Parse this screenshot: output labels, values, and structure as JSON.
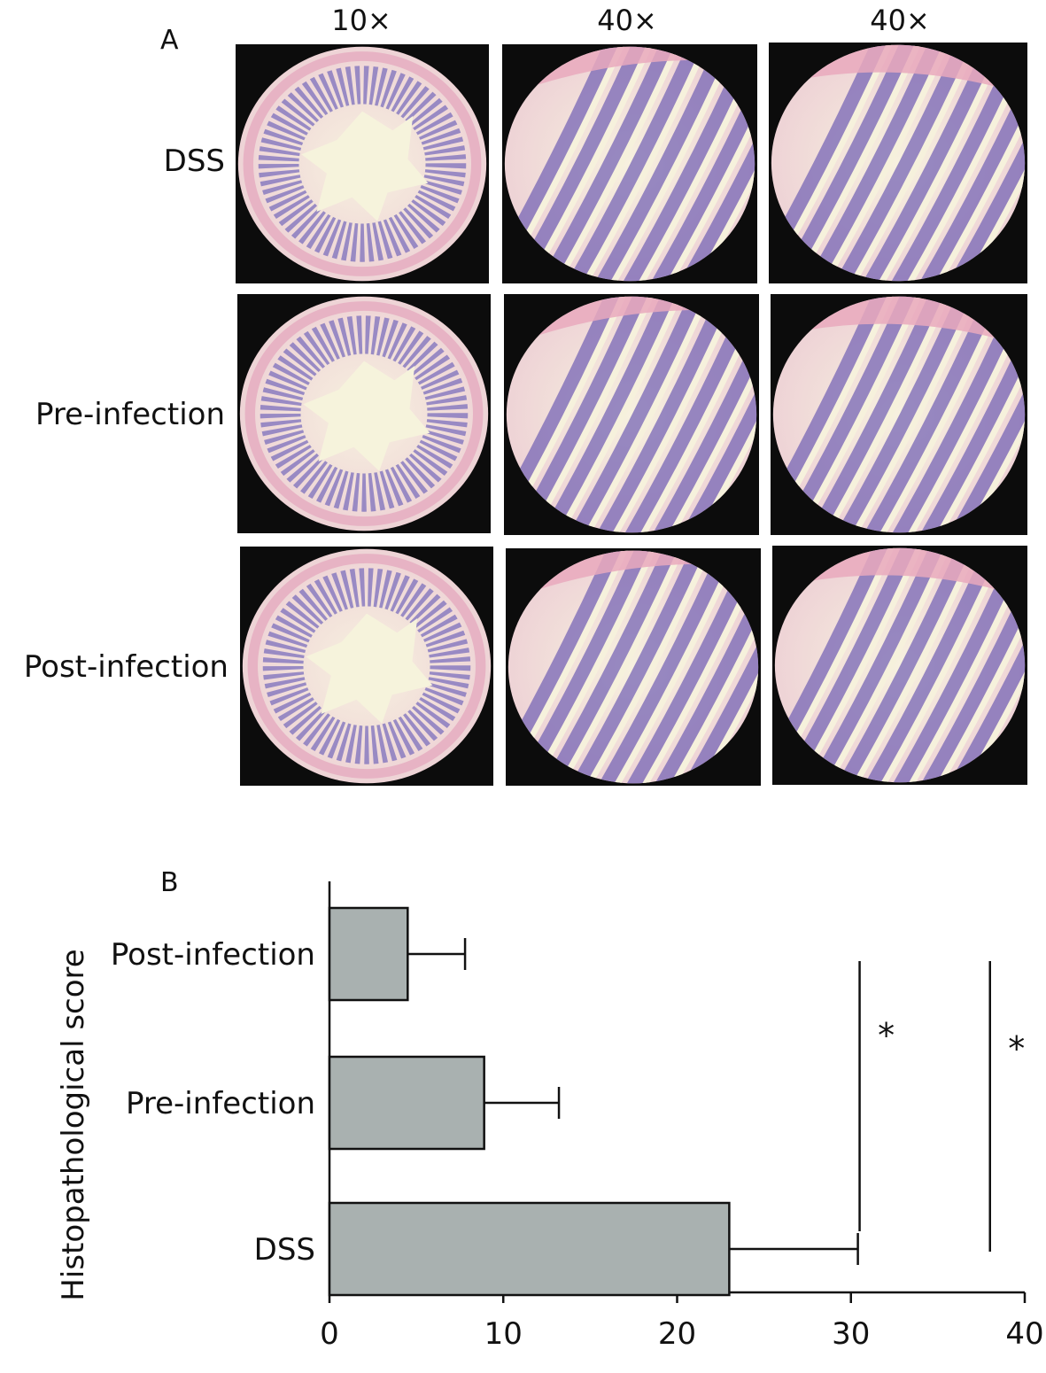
{
  "panelA": {
    "label": "A",
    "columns": [
      "10×",
      "40×",
      "40×"
    ],
    "rows": [
      "DSS",
      "Pre-infection",
      "Post-infection"
    ]
  },
  "panelB": {
    "label": "B"
  },
  "chart_data": {
    "type": "bar",
    "orientation": "horizontal",
    "categories": [
      "Post-infection",
      "Pre-infection",
      "DSS"
    ],
    "values": [
      4.5,
      8.9,
      23.0
    ],
    "errors": [
      3.3,
      4.3,
      7.4
    ],
    "xlabel": "",
    "ylabel": "Histopathological score",
    "xlim": [
      0,
      40
    ],
    "xticks": [
      0,
      10,
      20,
      30,
      40
    ],
    "bar_color": "#a9b1b0",
    "significance": [
      {
        "from": "Pre-infection",
        "to": "DSS",
        "label": "*",
        "x": 30.5
      },
      {
        "from": "Post-infection",
        "to": "DSS",
        "label": "*",
        "x": 38
      }
    ]
  }
}
